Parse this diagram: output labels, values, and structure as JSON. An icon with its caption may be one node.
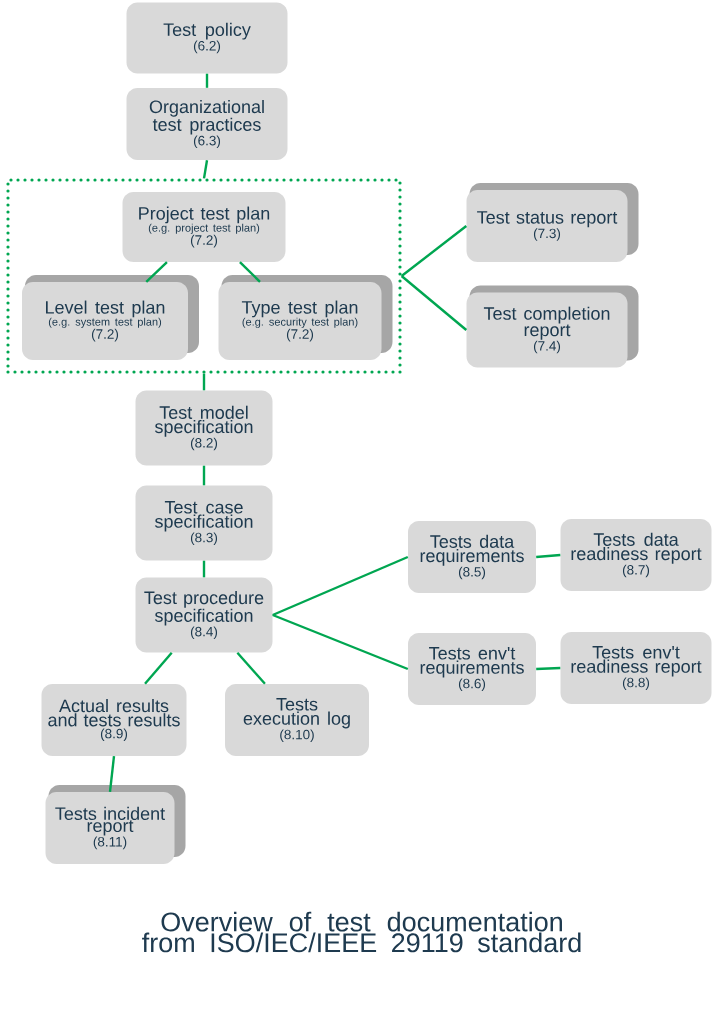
{
  "diagram": {
    "caption": "Overview of test documentation from ISO/IEC/IEEE 29119 standard",
    "nodes": [
      {
        "text": [
          "Test policy",
          "(6.2)"
        ]
      },
      {
        "text": [
          "Organizational test practices",
          "(6.3)"
        ]
      },
      {
        "text": [],
        "shape": "box"
      },
      {
        "text": [
          "Project test plan",
          "(e.g. project test plan)",
          "(7.2)"
        ],
        "in": 2
      },
      {
        "text": [
          "Level test plan",
          "(e.g. system test plan)",
          "(7.2)"
        ],
        "in": 2
      },
      {
        "text": [
          "Type test plan",
          "(e.g. security test plan)",
          "(7.2)"
        ],
        "in": 2
      },
      {
        "text": [
          "Test status report",
          "(7.3)"
        ]
      },
      {
        "text": [
          "Test completion report",
          "(7.4)"
        ]
      },
      {
        "text": [
          "Test model specification",
          "(8.2)"
        ]
      },
      {
        "text": [
          "Test case specification",
          "(8.3)"
        ]
      },
      {
        "text": [
          "Test procedure specification",
          "(8.4)"
        ]
      },
      {
        "text": [
          "Tests data requirements",
          "(8.5)"
        ]
      },
      {
        "text": [
          "Tests data readiness report",
          "(8.7)"
        ]
      },
      {
        "text": [
          "Tests env't requirements",
          "(8.6)"
        ]
      },
      {
        "text": [
          "Tests env't readiness report",
          "(8.8)"
        ]
      },
      {
        "text": [
          "Actual results and tests results",
          "(8.9)"
        ]
      },
      {
        "text": [
          "Tests execution log",
          "(8.10)"
        ]
      },
      {
        "text": [
          "Tests incident report",
          "(8.11)"
        ]
      }
    ],
    "edges": [
      {
        "from": 0,
        "to": 1,
        "arrow": "none"
      },
      {
        "from": 1,
        "to": 2,
        "arrow": "none"
      },
      {
        "from": 3,
        "to": 4,
        "arrow": "none"
      },
      {
        "from": 3,
        "to": 5,
        "arrow": "none"
      },
      {
        "from": 2,
        "to": 6,
        "arrow": "none"
      },
      {
        "from": 2,
        "to": 7,
        "arrow": "none"
      },
      {
        "from": 2,
        "to": 8,
        "arrow": "none"
      },
      {
        "from": 8,
        "to": 9,
        "arrow": "none"
      },
      {
        "from": 9,
        "to": 10,
        "arrow": "none"
      },
      {
        "from": 10,
        "to": 11,
        "arrow": "none"
      },
      {
        "from": 11,
        "to": 12,
        "arrow": "none"
      },
      {
        "from": 10,
        "to": 13,
        "arrow": "none"
      },
      {
        "from": 13,
        "to": 14,
        "arrow": "none"
      },
      {
        "from": 10,
        "to": 15,
        "arrow": "none"
      },
      {
        "from": 10,
        "to": 16,
        "arrow": "none"
      },
      {
        "from": 15,
        "to": 17,
        "arrow": "none"
      }
    ]
  }
}
